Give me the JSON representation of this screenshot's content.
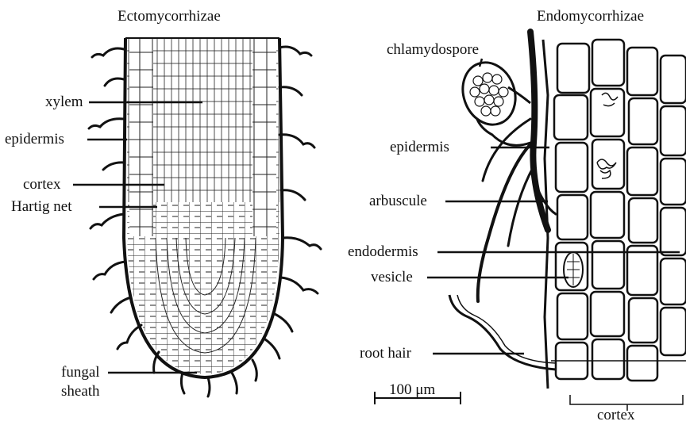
{
  "titles": {
    "ecto": "Ectomycorrhizae",
    "endo": "Endomycorrhizae"
  },
  "ecto_labels": {
    "xylem": "xylem",
    "epidermis": "epidermis",
    "cortex": "cortex",
    "hartig_net": "Hartig net",
    "fungal_sheath_1": "fungal",
    "fungal_sheath_2": "sheath"
  },
  "endo_labels": {
    "chlamydospore": "chlamydospore",
    "epidermis": "epidermis",
    "arbuscule": "arbuscule",
    "endodermis": "endodermis",
    "vesicle": "vesicle",
    "root_hair": "root hair",
    "cortex": "cortex"
  },
  "scale_bar": "100 μm",
  "icons": {
    "ecto_root": "ectomycorrhizal-root-tip-drawing",
    "endo_root": "endomycorrhizal-root-section-drawing"
  }
}
